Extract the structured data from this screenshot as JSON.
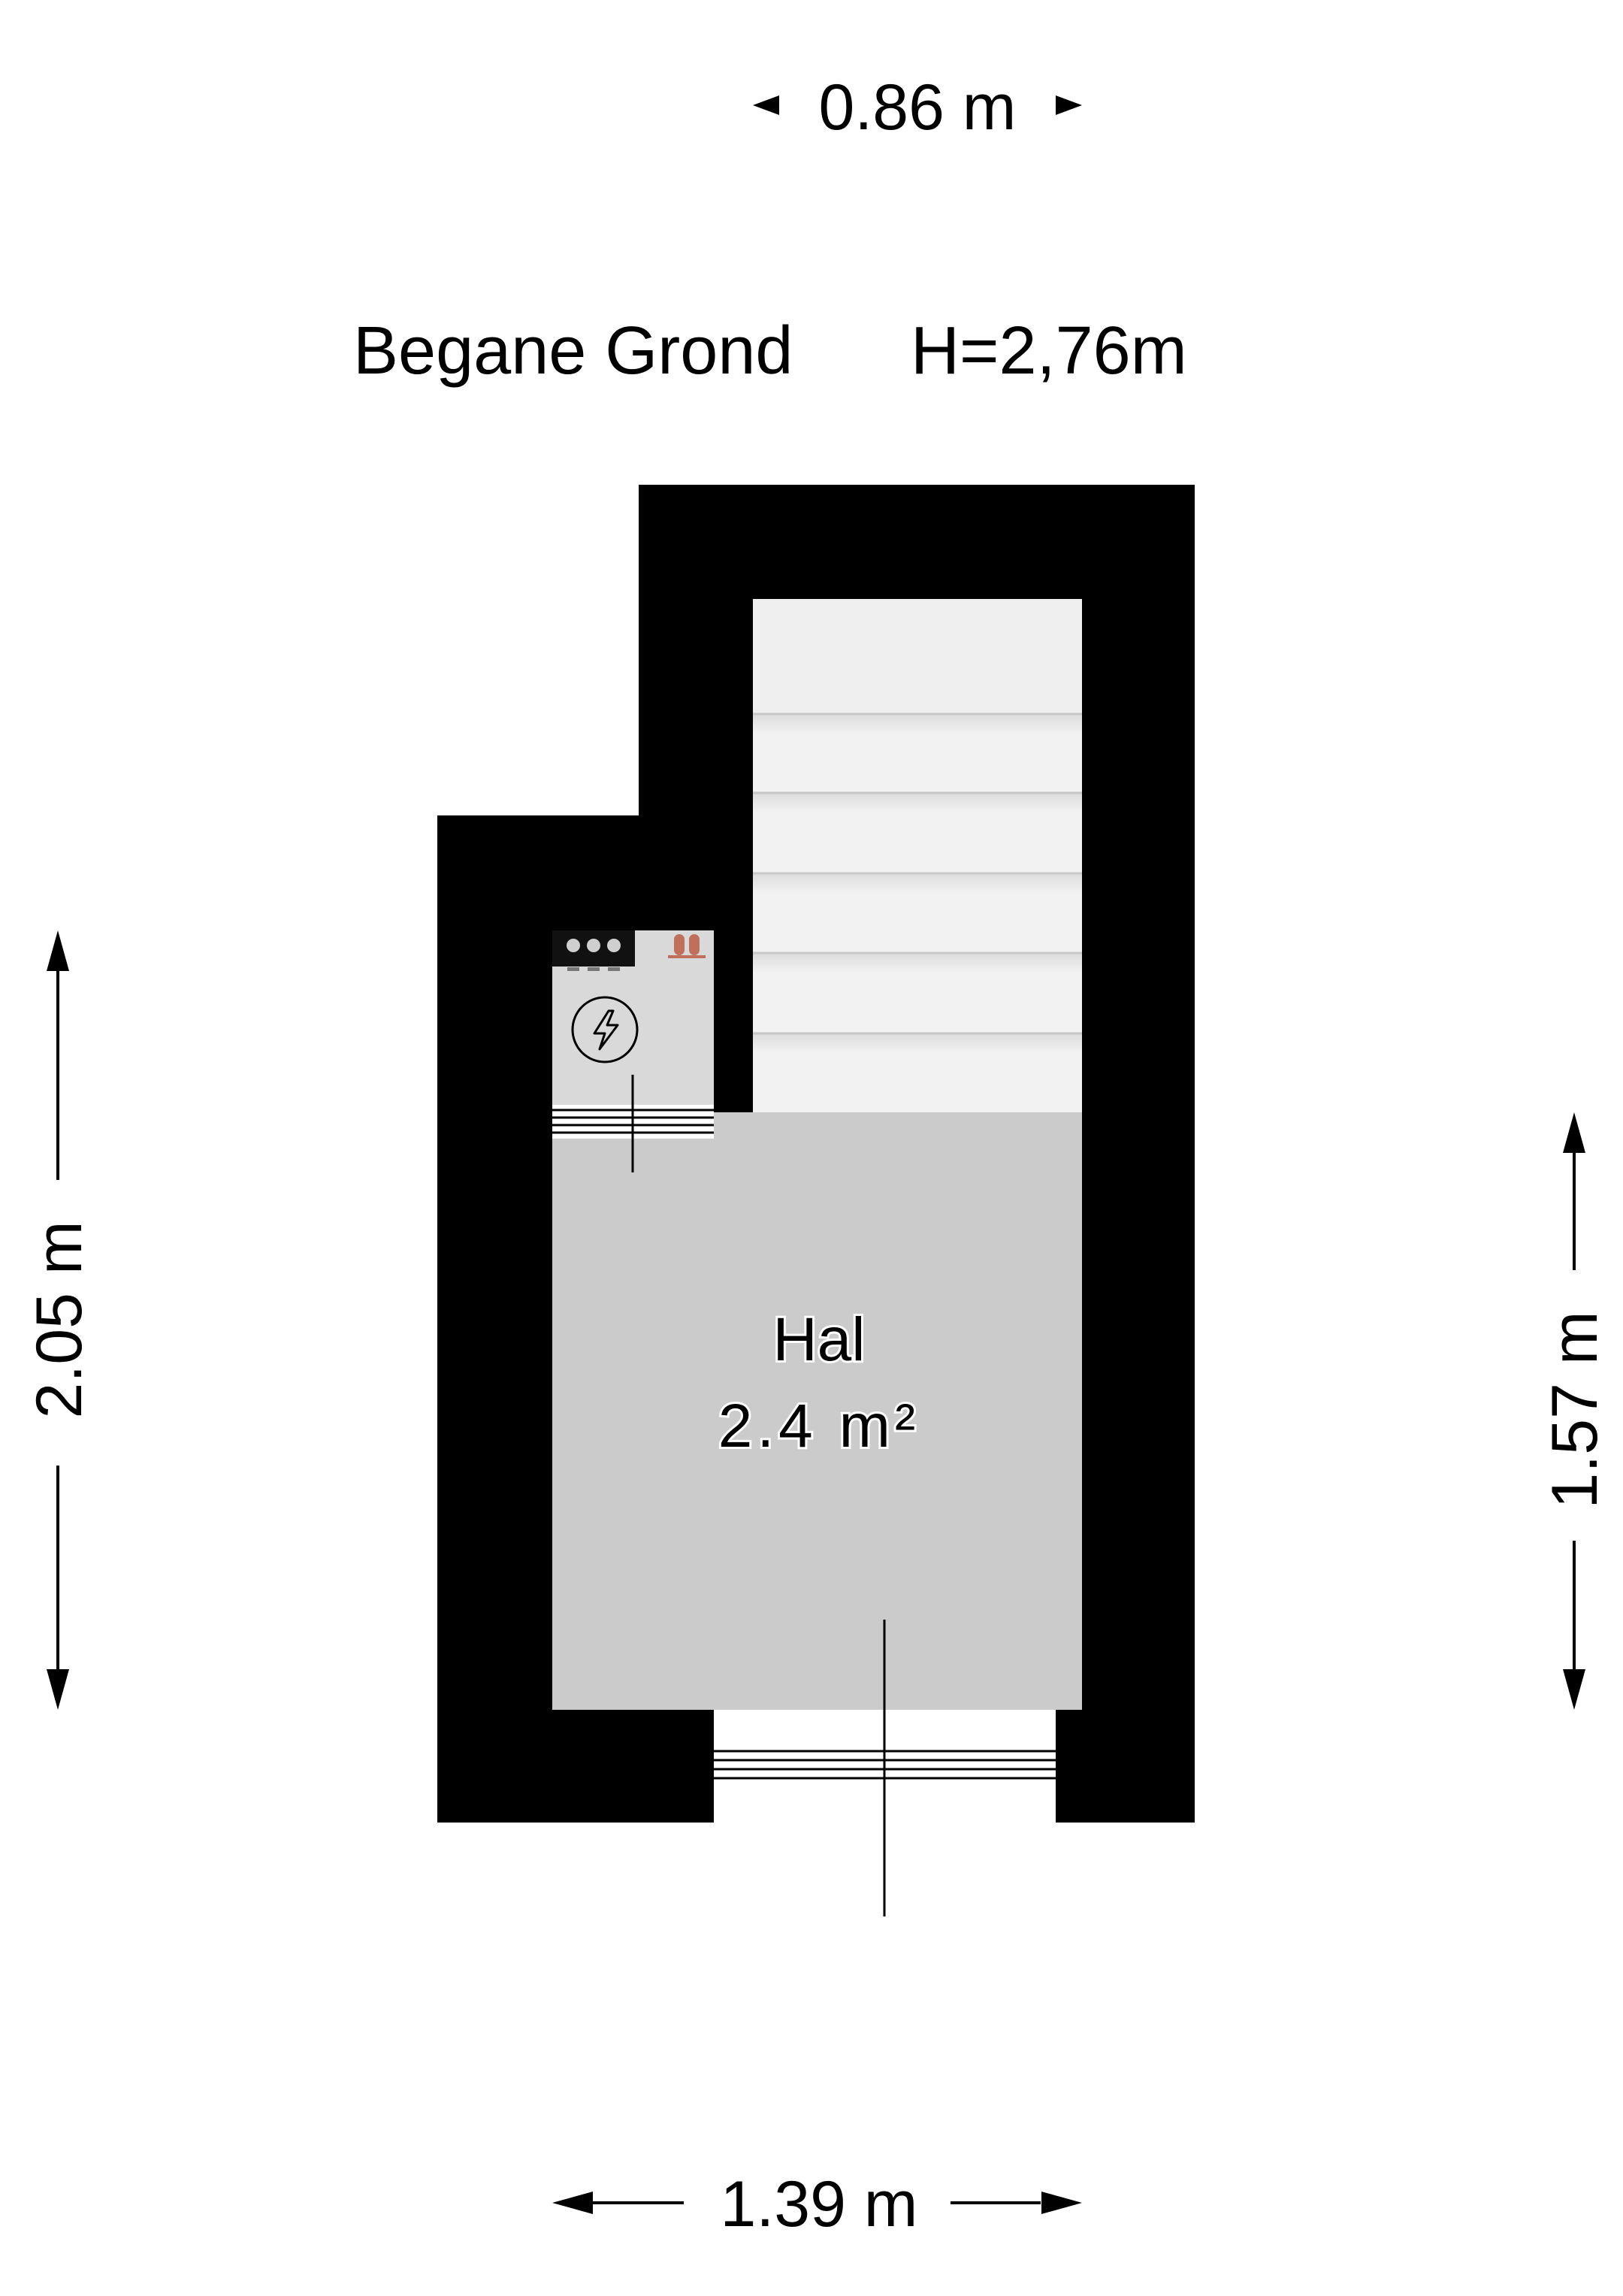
{
  "floor": {
    "name": "Begane Grond",
    "height": "H=2,76m"
  },
  "rooms": [
    {
      "name": "Hal",
      "area": "2.4 m²"
    }
  ],
  "dimensions": {
    "top": "0.86 m",
    "left": "2.05 m",
    "right": "1.57 m",
    "bottom": "1.39 m"
  },
  "colors": {
    "wall": "#000000",
    "floor": "#cbcbcb",
    "stairs": "#efefef",
    "closet": "#d9d9d9",
    "background": "#ffffff",
    "accent_pipe": "#c0705a"
  },
  "icons": {
    "meter": "electricity-meter-icon",
    "utility": "utility-pipes-icon"
  }
}
